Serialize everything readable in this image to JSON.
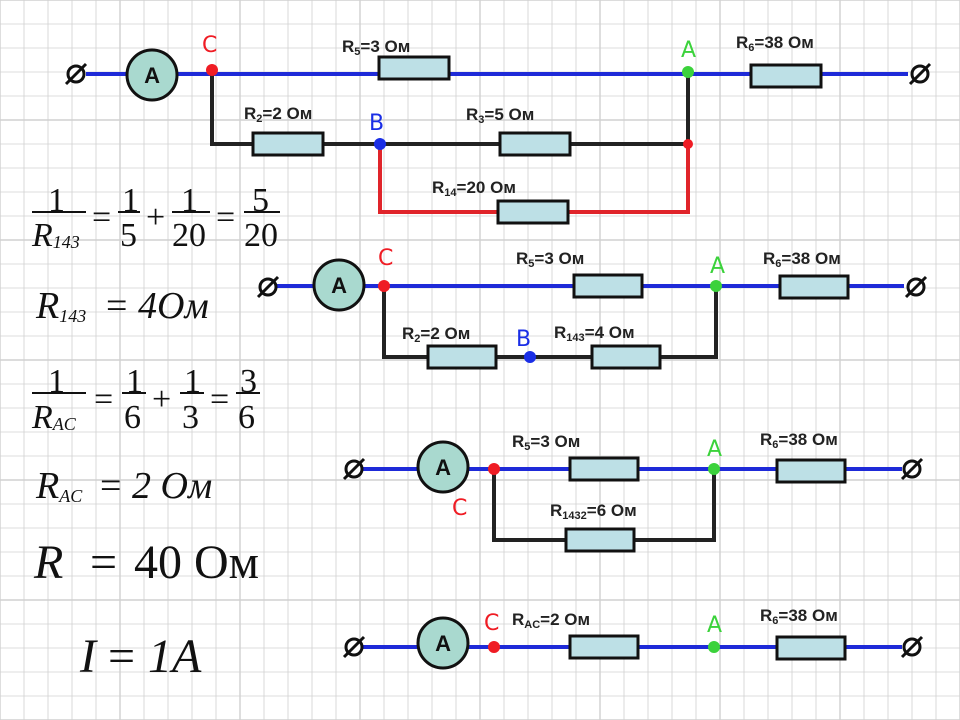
{
  "colors": {
    "wire": "#1e2ad8",
    "wire_black": "#222222",
    "wire_red": "#e0242a",
    "node_c": "#ef1c24",
    "node_a": "#3bd23b",
    "node_b": "#1a2ee6",
    "resistor_fill": "#bde0e6",
    "ammeter_fill": "#a9d9cf",
    "grid": "#d0d0d0"
  },
  "icons": {
    "terminal": "terminal-circle-slash-icon",
    "ammeter": "ammeter-circle-icon",
    "resistor": "resistor-rectangle-icon"
  },
  "ammeter_label": "A",
  "nodes": {
    "c": "C",
    "a": "A",
    "b": "B"
  },
  "circuit1": {
    "r5": {
      "letter": "R",
      "sub": "5",
      "value": "=3 Ом"
    },
    "r6": {
      "letter": "R",
      "sub": "6",
      "value": "=38 Ом"
    },
    "r2": {
      "letter": "R",
      "sub": "2",
      "value": "=2 Ом"
    },
    "r3": {
      "letter": "R",
      "sub": "3",
      "value": "=5 Ом"
    },
    "r14": {
      "letter": "R",
      "sub": "14",
      "value": "=20 Ом"
    }
  },
  "circuit2": {
    "r5": {
      "letter": "R",
      "sub": "5",
      "value": "=3 Ом"
    },
    "r6": {
      "letter": "R",
      "sub": "6",
      "value": "=38 Ом"
    },
    "r2": {
      "letter": "R",
      "sub": "2",
      "value": "=2 Ом"
    },
    "r143": {
      "letter": "R",
      "sub": "143",
      "value": "=4 Ом"
    }
  },
  "circuit3": {
    "r5": {
      "letter": "R",
      "sub": "5",
      "value": "=3 Ом"
    },
    "r6": {
      "letter": "R",
      "sub": "6",
      "value": "=38 Ом"
    },
    "r1432": {
      "letter": "R",
      "sub": "1432",
      "value": "=6 Ом"
    }
  },
  "circuit4": {
    "rac": {
      "letter": "R",
      "sub": "AC",
      "value": "=2 Ом"
    },
    "r6": {
      "letter": "R",
      "sub": "6",
      "value": "=38 Ом"
    }
  },
  "formulas": {
    "f1": {
      "lhs_num": "1",
      "lhs_den": "R",
      "lhs_den_sub": "143",
      "eq1": "=",
      "t1_num": "1",
      "t1_den": "5",
      "plus": "+",
      "t2_num": "1",
      "t2_den": "20",
      "eq2": "=",
      "res_num": "5",
      "res_den": "20"
    },
    "f2": {
      "lhs": "R",
      "lhs_sub": "143",
      "eq": "=",
      "rhs": "4Ом"
    },
    "f3": {
      "lhs_num": "1",
      "lhs_den": "R",
      "lhs_den_sub": "AC",
      "eq1": "=",
      "t1_num": "1",
      "t1_den": "6",
      "plus": "+",
      "t2_num": "1",
      "t2_den": "3",
      "eq2": "=",
      "res_num": "3",
      "res_den": "6"
    },
    "f4": {
      "lhs": "R",
      "lhs_sub": "AC",
      "eq": "=",
      "rhs": "2 Ом"
    },
    "f5": {
      "lhs": "R",
      "eq": "=",
      "rhs": "40 Ом"
    },
    "f6": {
      "lhs": "I",
      "eq": "=",
      "rhs": "1A"
    }
  }
}
